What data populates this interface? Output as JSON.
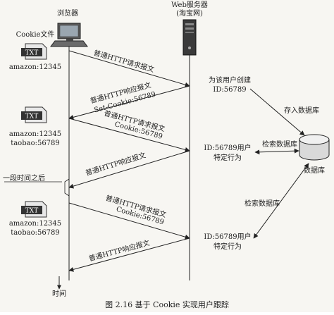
{
  "participants": {
    "browser": "浏览器",
    "server_line1": "Web服务器",
    "server_line2": "(淘宝网)",
    "cookie_file": "Cookie文件",
    "database": "数据库"
  },
  "cookie_files": [
    {
      "badge": "TXT",
      "lines": [
        "amazon:12345"
      ]
    },
    {
      "badge": "TXT",
      "lines": [
        "amazon:12345",
        "taobao:56789"
      ]
    },
    {
      "badge": "TXT",
      "lines": [
        "amazon:12345",
        "taobao:56789"
      ]
    }
  ],
  "messages": [
    {
      "lines": [
        "普通HTTP请求报文"
      ]
    },
    {
      "lines": [
        "普通HTTP响应报文",
        "Set-Cookie:56789"
      ]
    },
    {
      "lines": [
        "普通HTTP请求报文",
        "Cookie:56789"
      ]
    },
    {
      "lines": [
        "普通HTTP响应报文"
      ]
    },
    {
      "lines": [
        "普通HTTP请求报文",
        "Cookie:56789"
      ]
    },
    {
      "lines": [
        "普通HTTP响应报文"
      ]
    }
  ],
  "server_notes": [
    {
      "lines": [
        "为该用户创建",
        "ID:56789"
      ]
    },
    {
      "lines": [
        "ID:56789用户",
        "特定行为"
      ]
    },
    {
      "lines": [
        "ID:56789用户",
        "特定行为"
      ]
    }
  ],
  "db_links": [
    "存入数据库",
    "检索数据库",
    "检索数据库"
  ],
  "time_gap": "一段时间之后",
  "time_axis": "时间",
  "caption": "图 2.16  基于 Cookie 实现用户跟踪"
}
